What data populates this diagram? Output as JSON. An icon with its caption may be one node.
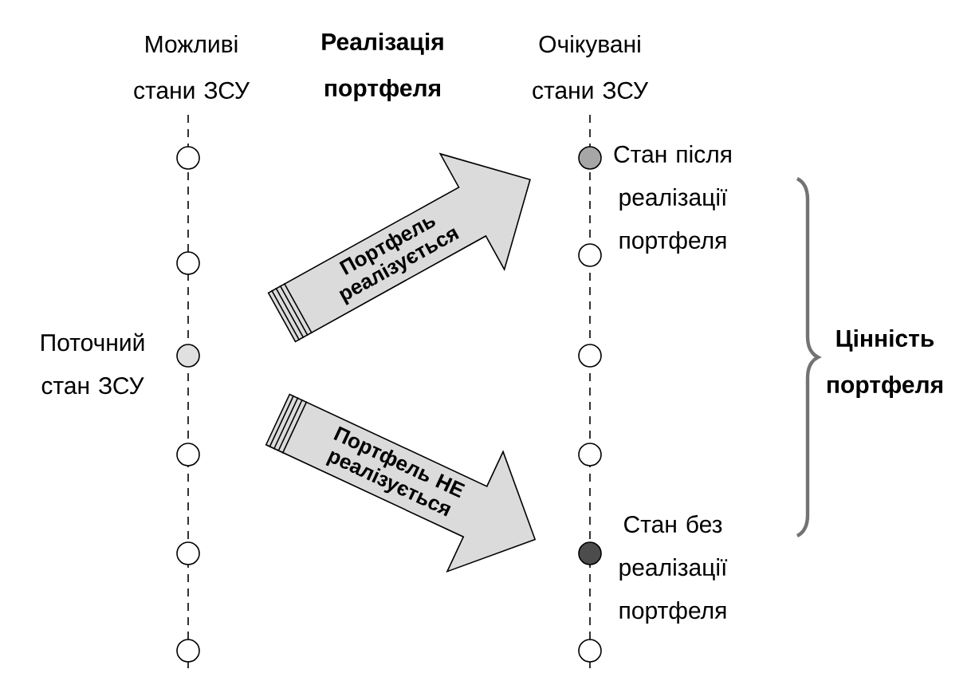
{
  "diagram": {
    "nodes": [
      {
        "text": [],
        "shape": "circle"
      },
      {
        "text": [],
        "shape": "circle"
      },
      {
        "text": [],
        "shape": "circle",
        "beside": [
          "Поточний стан ЗСУ"
        ]
      },
      {
        "text": [],
        "shape": "circle"
      },
      {
        "text": [],
        "shape": "circle"
      },
      {
        "text": [],
        "shape": "circle"
      },
      {
        "text": [
          "Портфель реалізується"
        ]
      },
      {
        "text": [
          "Портфель НЕ реалізується"
        ]
      },
      {
        "text": [],
        "shape": "circle",
        "beside": [
          "Стан після реалізації портфеля"
        ]
      },
      {
        "text": [],
        "shape": "circle"
      },
      {
        "text": [],
        "shape": "circle"
      },
      {
        "text": [],
        "shape": "circle"
      },
      {
        "text": [],
        "shape": "circle",
        "beside": [
          "Стан без реалізації портфеля"
        ]
      },
      {
        "text": [],
        "shape": "circle"
      }
    ],
    "labels": [
      "Можливі стани ЗСУ",
      "Реалізація портфеля",
      "Очікувані стани ЗСУ",
      "Цінність портфеля"
    ]
  }
}
